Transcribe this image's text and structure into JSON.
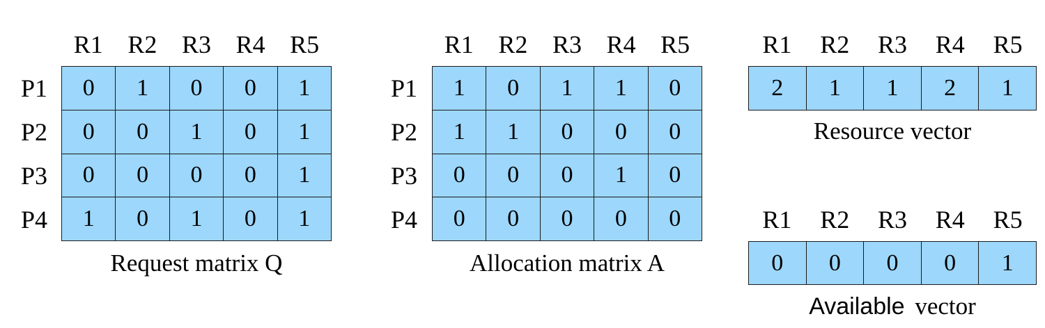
{
  "request": {
    "columns": [
      "R1",
      "R2",
      "R3",
      "R4",
      "R5"
    ],
    "rows": [
      "P1",
      "P2",
      "P3",
      "P4"
    ],
    "values": [
      [
        0,
        1,
        0,
        0,
        1
      ],
      [
        0,
        0,
        1,
        0,
        1
      ],
      [
        0,
        0,
        0,
        0,
        1
      ],
      [
        1,
        0,
        1,
        0,
        1
      ]
    ],
    "caption": "Request matrix Q"
  },
  "allocation": {
    "columns": [
      "R1",
      "R2",
      "R3",
      "R4",
      "R5"
    ],
    "rows": [
      "P1",
      "P2",
      "P3",
      "P4"
    ],
    "values": [
      [
        1,
        0,
        1,
        1,
        0
      ],
      [
        1,
        1,
        0,
        0,
        0
      ],
      [
        0,
        0,
        0,
        1,
        0
      ],
      [
        0,
        0,
        0,
        0,
        0
      ]
    ],
    "caption": "Allocation matrix A"
  },
  "resource": {
    "columns": [
      "R1",
      "R2",
      "R3",
      "R4",
      "R5"
    ],
    "values": [
      2,
      1,
      1,
      2,
      1
    ],
    "caption": "Resource vector"
  },
  "available": {
    "columns": [
      "R1",
      "R2",
      "R3",
      "R4",
      "R5"
    ],
    "values": [
      0,
      0,
      0,
      0,
      1
    ],
    "caption_word1": "Available",
    "caption_word2": "vector"
  },
  "colors": {
    "cell_fill": "#9dd7fb",
    "grid_line": "#1a1a1a"
  }
}
